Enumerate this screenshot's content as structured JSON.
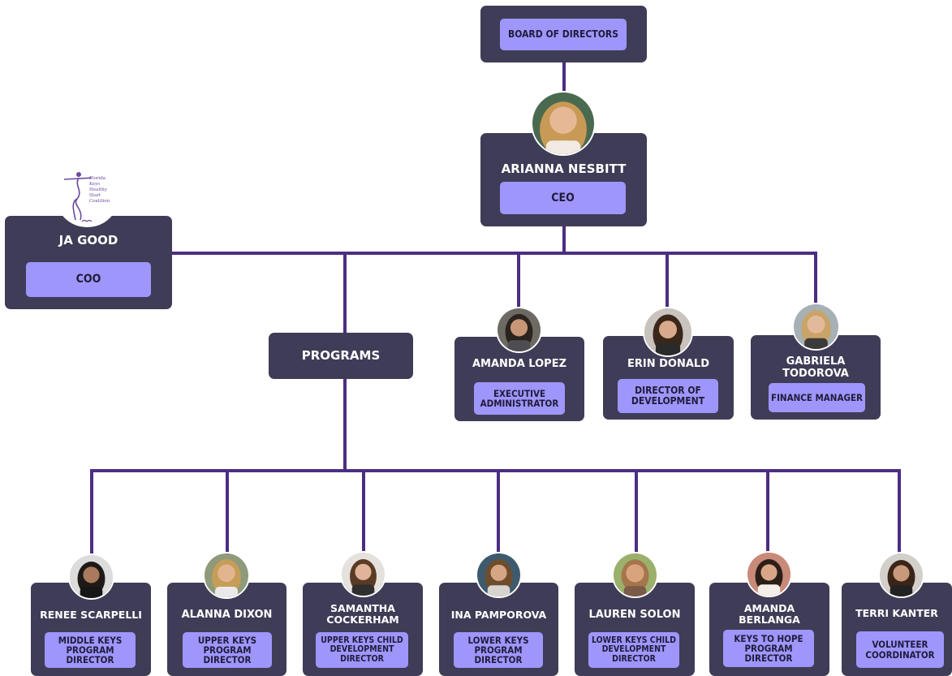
{
  "colors": {
    "box": "#3f3c57",
    "role": "#9e96fb",
    "line": "#4b2e83"
  },
  "logo": {
    "lines": [
      "Florida",
      "Keys",
      "Healthy",
      "Start",
      "Coalition"
    ]
  },
  "board": {
    "label": "BOARD OF DIRECTORS"
  },
  "ceo": {
    "name": "ARIANNA NESBITT",
    "role": "CEO"
  },
  "coo": {
    "name": "JA GOOD",
    "role": "COO"
  },
  "programs": {
    "label": "PROGRAMS"
  },
  "staff": [
    {
      "name": "AMANDA LOPEZ",
      "role": "EXECUTIVE ADMINISTRATOR"
    },
    {
      "name": "ERIN DONALD",
      "role": "DIRECTOR OF DEVELOPMENT"
    },
    {
      "name": "GABRIELA TODOROVA",
      "role": "FINANCE MANAGER"
    }
  ],
  "program_staff": [
    {
      "name": "RENEE SCARPELLI",
      "role": "MIDDLE KEYS PROGRAM DIRECTOR"
    },
    {
      "name": "ALANNA DIXON",
      "role": "UPPER KEYS PROGRAM DIRECTOR"
    },
    {
      "name": "SAMANTHA COCKERHAM",
      "role": "UPPER KEYS CHILD DEVELOPMENT DIRECTOR"
    },
    {
      "name": "INA PAMPOROVA",
      "role": "LOWER KEYS PROGRAM DIRECTOR"
    },
    {
      "name": "LAUREN SOLON",
      "role": "LOWER KEYS CHILD DEVELOPMENT DIRECTOR"
    },
    {
      "name": "AMANDA BERLANGA",
      "role": "KEYS TO HOPE PROGRAM DIRECTOR"
    },
    {
      "name": "TERRI KANTER",
      "role": "VOLUNTEER COORDINATOR"
    }
  ]
}
